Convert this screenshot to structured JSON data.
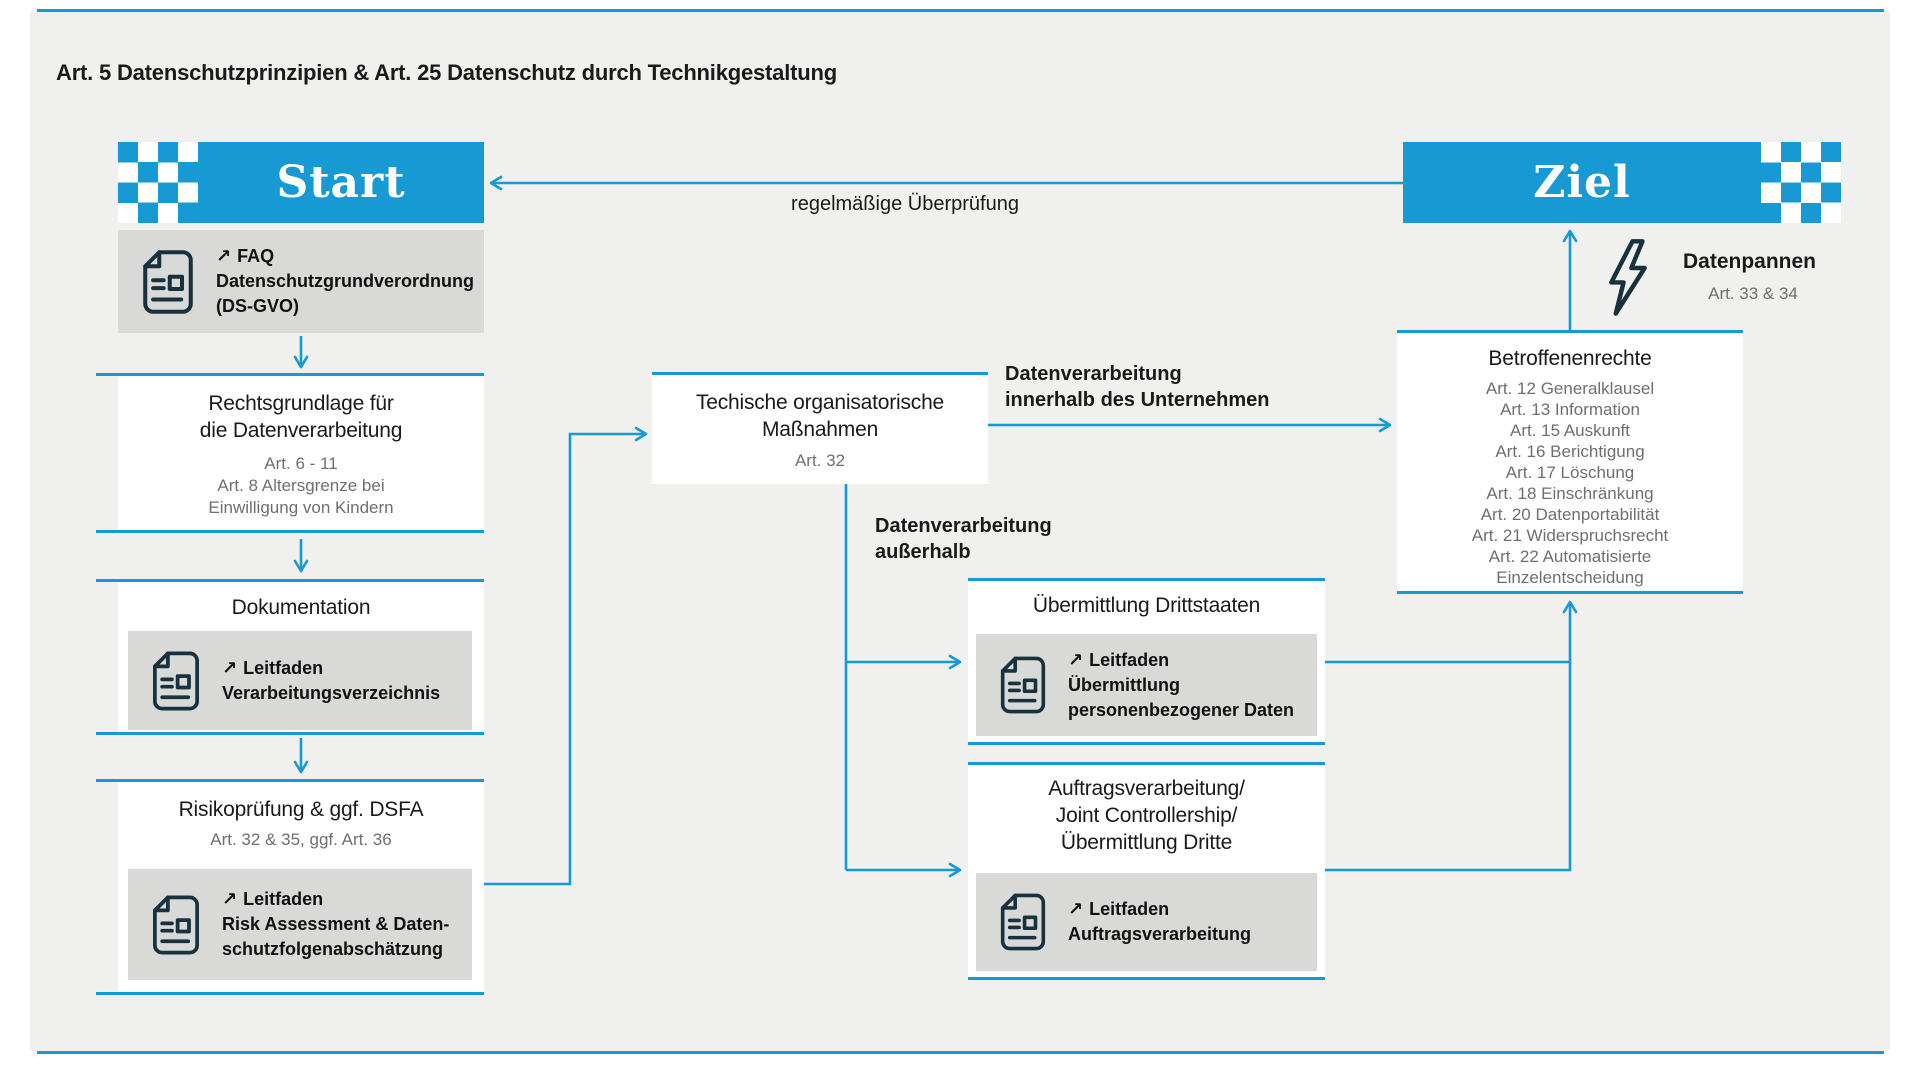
{
  "page": {
    "title": "Art. 5 Datenschutzprinzipien & Art. 25 Datenschutz durch Technikgestaltung",
    "colors": {
      "accent_blue": "#1799d4",
      "background_gray": "#f0f0ee",
      "card_gray": "#d9d9d8",
      "icon_dark": "#17313d",
      "muted_text": "#6f6f6f"
    }
  },
  "link_arrow": "↗",
  "banners": {
    "start": "Start",
    "ziel": "Ziel"
  },
  "faq": {
    "link": "FAQ",
    "line1": "Datenschutzgrundverordnung",
    "line2": "(DS-GVO)"
  },
  "rechtsgrundlage": {
    "title1": "Rechtsgrundlage für",
    "title2": "die Datenverarbeitung",
    "note1": "Art. 6 - 11",
    "note2": "Art. 8 Altersgrenze bei",
    "note3": "Einwilligung von Kindern"
  },
  "dokumentation": {
    "title": "Dokumentation",
    "link": "Leitfaden",
    "line1": "Verarbeitungsverzeichnis"
  },
  "risiko": {
    "title": "Risikoprüfung & ggf. DSFA",
    "note": "Art. 32 & 35, ggf. Art. 36",
    "link": "Leitfaden",
    "line1": "Risk Assessment & Daten-",
    "line2": "schutzfolgenabschätzung"
  },
  "tom": {
    "title1": "Techische organisatorische",
    "title2": "Maßnahmen",
    "note": "Art. 32"
  },
  "labels": {
    "ueberpruefung": "regelmäßige Überprüfung",
    "innerhalb1": "Datenverarbeitung",
    "innerhalb2": "innerhalb des Unternehmen",
    "ausserhalb1": "Datenverarbeitung",
    "ausserhalb2": "außerhalb"
  },
  "datenpannen": {
    "title": "Datenpannen",
    "note": "Art. 33 & 34"
  },
  "betroffenenrechte": {
    "title": "Betroffenenrechte",
    "lines": [
      "Art. 12 Generalklausel",
      "Art. 13 Information",
      "Art. 15 Auskunft",
      "Art. 16 Berichtigung",
      "Art. 17 Löschung",
      "Art. 18 Einschränkung",
      "Art. 20 Datenportabilität",
      "Art. 21 Widerspruchsrecht",
      "Art. 22 Automatisierte",
      "Einzelentscheidung"
    ]
  },
  "uebermittlung": {
    "title": "Übermittlung Drittstaaten",
    "link": "Leitfaden",
    "line1": "Übermittlung",
    "line2": "personenbezogener Daten"
  },
  "auftrag": {
    "title1": "Auftragsverarbeitung/",
    "title2": "Joint Controllership/",
    "title3": "Übermittlung Dritte",
    "link": "Leitfaden",
    "line1": "Auftragsverarbeitung"
  }
}
